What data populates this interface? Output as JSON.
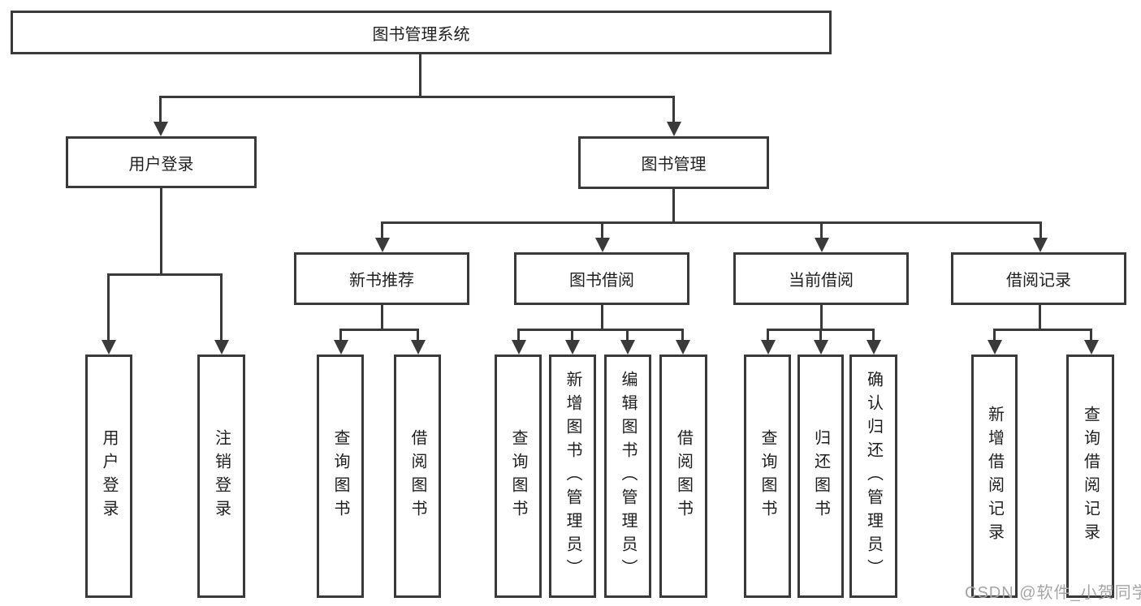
{
  "diagram": {
    "type": "hierarchy-tree",
    "colors": {
      "line": "#3a3a3a",
      "box_border": "#3a3a3a",
      "box_fill": "#ffffff",
      "text": "#1f1f1f",
      "background": "#ffffff",
      "watermark": "#a6a6a6"
    },
    "tree": {
      "label": "图书管理系统",
      "children": [
        {
          "label": "用户登录",
          "children": [
            {
              "label": "用户登录"
            },
            {
              "label": "注销登录"
            }
          ]
        },
        {
          "label": "图书管理",
          "children": [
            {
              "label": "新书推荐",
              "children": [
                {
                  "label": "查询图书"
                },
                {
                  "label": "借阅图书"
                }
              ]
            },
            {
              "label": "图书借阅",
              "children": [
                {
                  "label": "查询图书"
                },
                {
                  "label": "新增图书（管理员）"
                },
                {
                  "label": "编辑图书（管理员）"
                },
                {
                  "label": "借阅图书"
                }
              ]
            },
            {
              "label": "当前借阅",
              "children": [
                {
                  "label": "查询图书"
                },
                {
                  "label": "归还图书"
                },
                {
                  "label": "确认归还（管理员）"
                }
              ]
            },
            {
              "label": "借阅记录",
              "children": [
                {
                  "label": "新增借阅记录"
                },
                {
                  "label": "查询借阅记录"
                }
              ]
            }
          ]
        }
      ]
    },
    "watermark": "CSDN @软件_小贺同学"
  }
}
